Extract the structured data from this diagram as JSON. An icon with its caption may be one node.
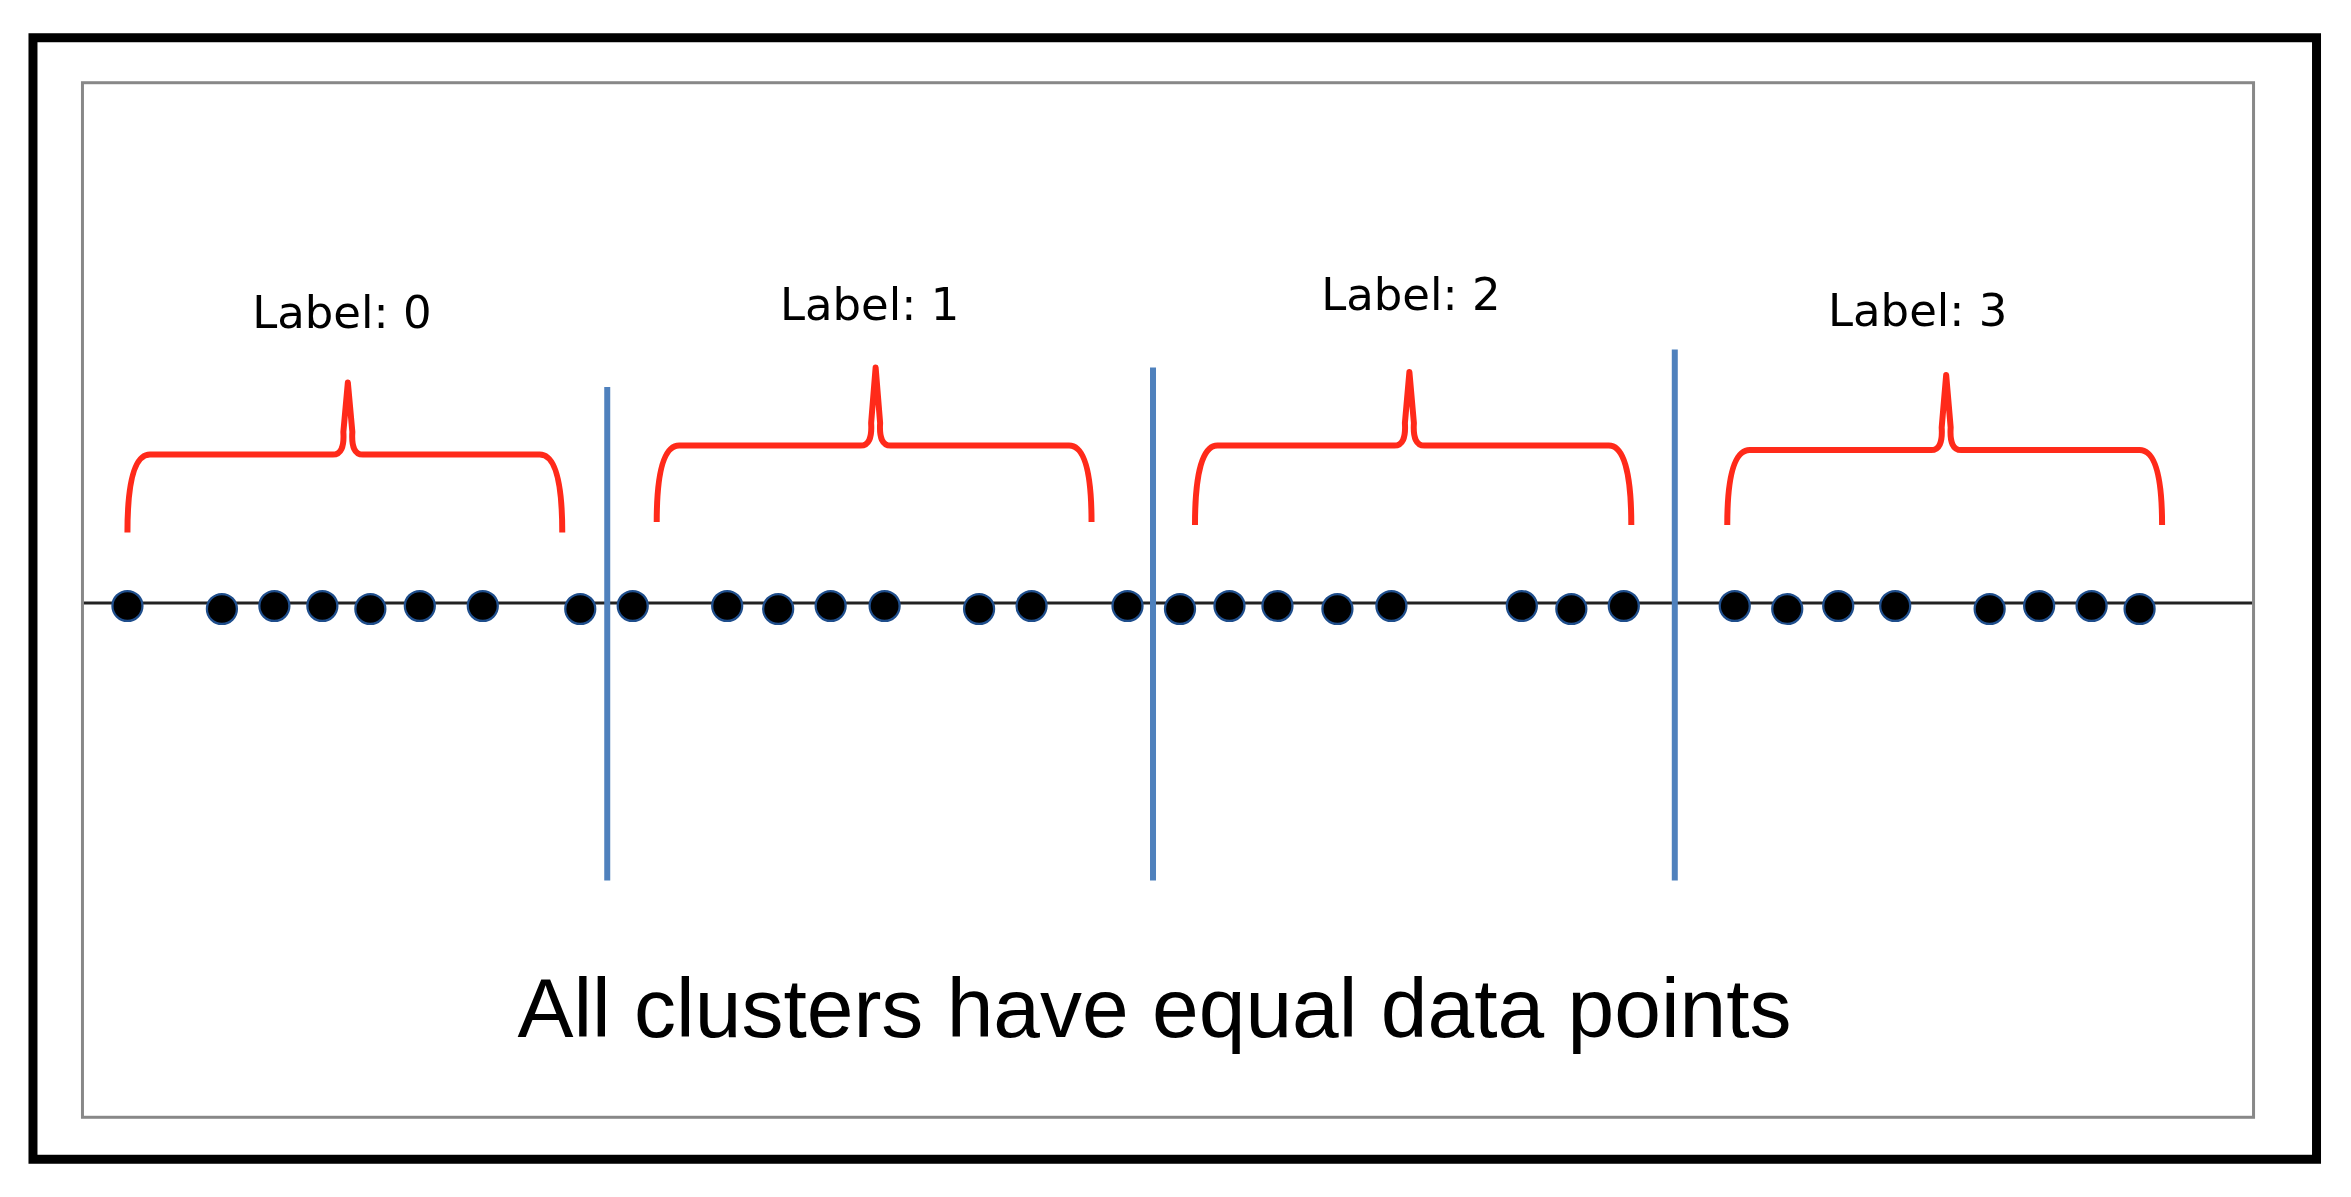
{
  "diagram": {
    "caption": "All clusters have equal data points",
    "labels": [
      "Label: 0",
      "Label: 1",
      "Label: 2",
      "Label: 3"
    ]
  }
}
